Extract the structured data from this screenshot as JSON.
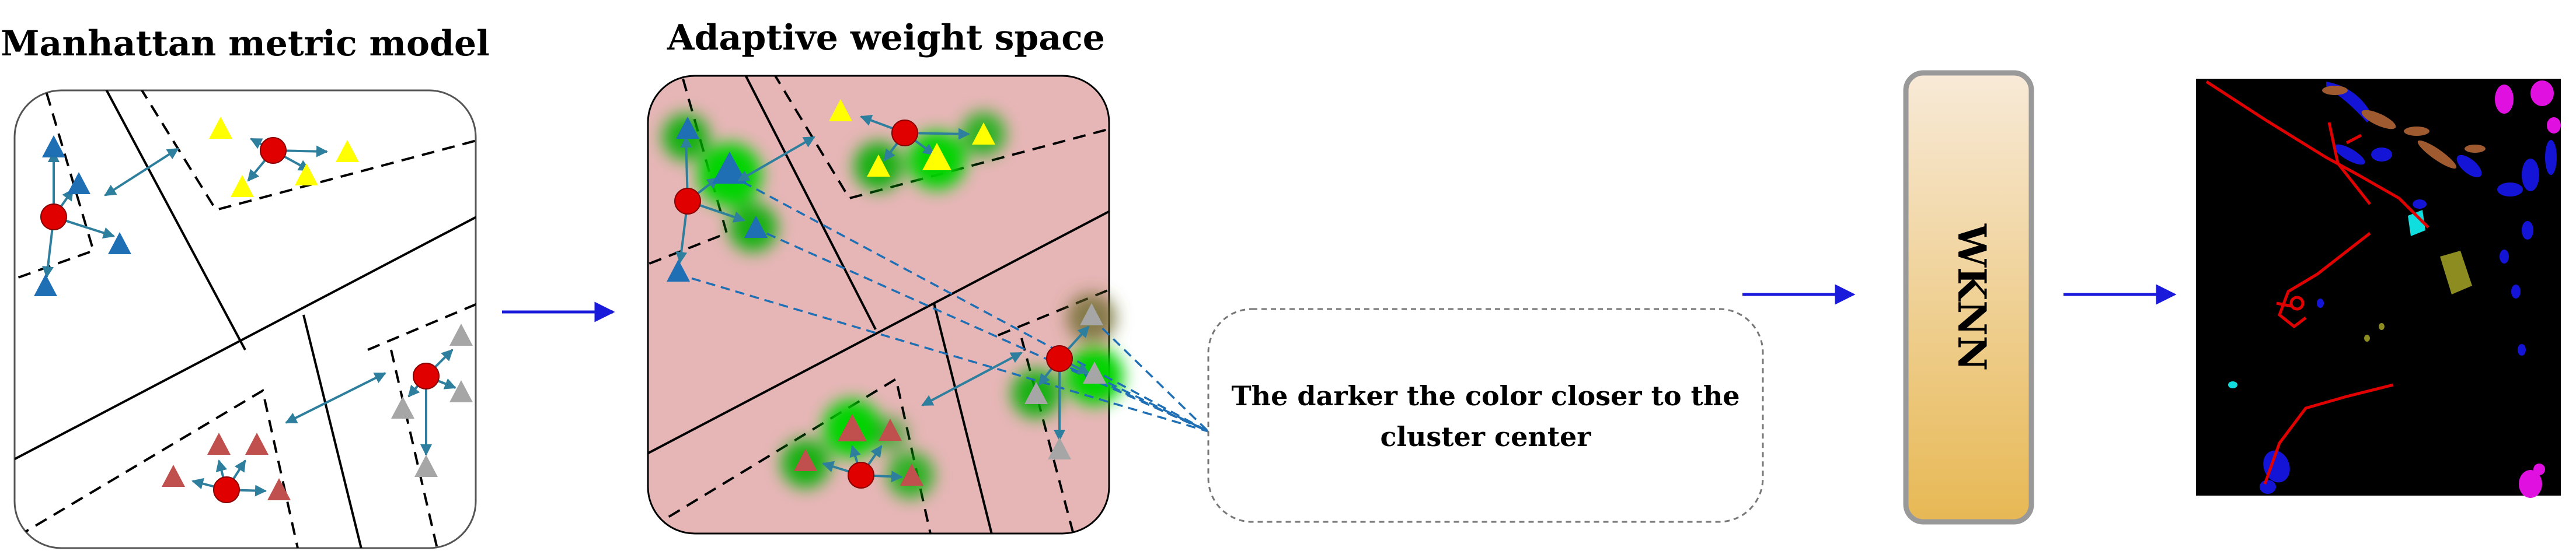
{
  "panels": {
    "manhattan": {
      "title": "Manhattan metric model"
    },
    "adaptive": {
      "title": "Adaptive weight space"
    },
    "note": {
      "line1": "The darker the color closer to the",
      "line2": "cluster center"
    },
    "wknn": {
      "label": "WKNN"
    }
  },
  "colors": {
    "arrow": "#1a1adb",
    "connector": "#2e7f9e",
    "adaptive_bg": "#e6b6b6",
    "wknn_top": "#f8ead8",
    "wknn_bottom": "#e7b854",
    "center_red": "#e00000",
    "class_blue": "#1f6fb5",
    "class_yellow": "#ffff00",
    "class_gray": "#a6a6a6",
    "class_brown": "#c0504d",
    "highlight_green": "#00d400"
  }
}
